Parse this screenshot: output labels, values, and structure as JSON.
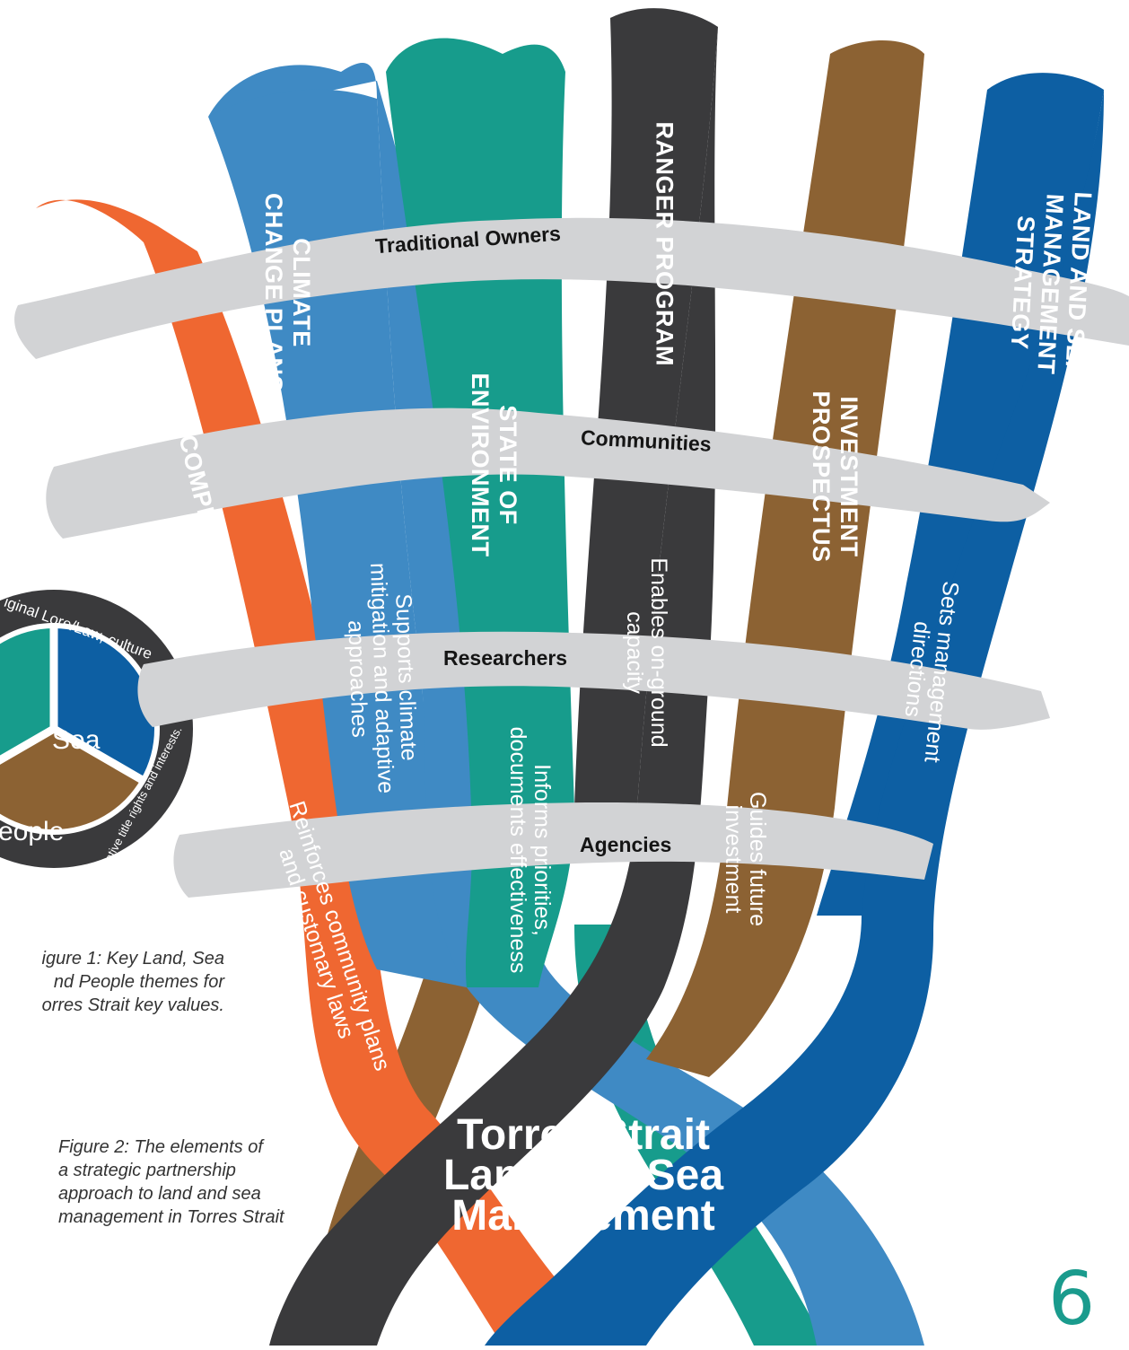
{
  "colors": {
    "orange": "#ef6731",
    "lightblue": "#3f8ac4",
    "teal": "#179c8c",
    "charcoal": "#3a3a3c",
    "brown": "#8c6233",
    "blue": "#0d5fa3",
    "band": "#d2d3d5",
    "accent": "#1a9b8d"
  },
  "strands": [
    {
      "id": "compliance",
      "title": "COMPLIANCE",
      "description": "Reinforces community plans\nand customary laws"
    },
    {
      "id": "climate",
      "title": "CLIMATE\nCHANGE PLANS",
      "description": "Supports climate\nmitigation and adaptive\napproaches"
    },
    {
      "id": "state",
      "title": "STATE OF\nENVIRONMENT",
      "description": "Informs priorities,\ndocuments effectiveness"
    },
    {
      "id": "ranger",
      "title": "RANGER PROGRAM",
      "description": "Enables on-ground\ncapacity"
    },
    {
      "id": "investment",
      "title": "INVESTMENT\nPROSPECTUS",
      "description": "Guides future\ninvestment"
    },
    {
      "id": "strategy",
      "title": "LAND AND SEA\nMANAGEMENT STRATEGY",
      "description": "Sets management\ndirections"
    }
  ],
  "bands": [
    "Traditional Owners",
    "Communities",
    "Researchers",
    "Agencies"
  ],
  "main_title": "Torres Strait\nLand and Sea\nManagement",
  "figure1": {
    "sea": "Sea",
    "people": "eople",
    "ring_top": "iginal Lore/Law, culture",
    "ring_right": "native title rights and interests.",
    "ring_bottom": "dge, native title rights",
    "caption": "igure 1: Key Land, Sea\nnd People themes for\norres Strait key values."
  },
  "figure2_caption": "Figure 2: The elements of\na strategic partnership\napproach to land and sea\nmanagement in Torres Strait",
  "page_number": "6"
}
